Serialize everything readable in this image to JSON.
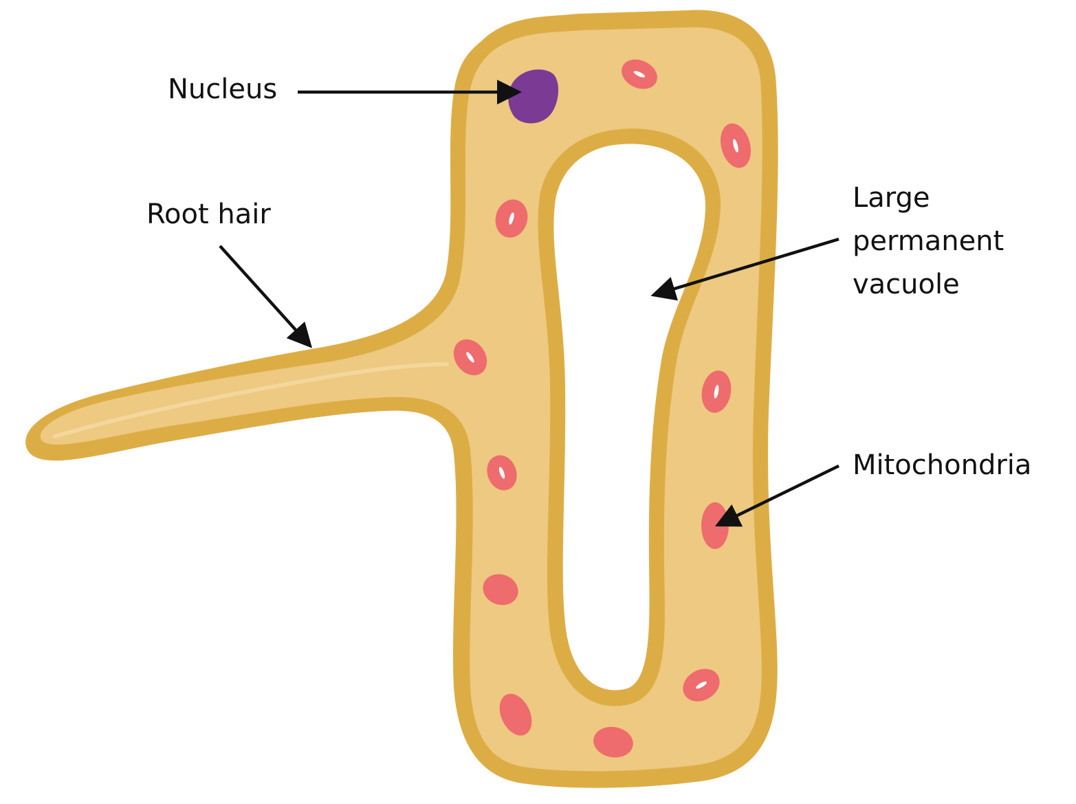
{
  "labels": {
    "nucleus": "Nucleus",
    "root_hair": "Root hair",
    "vacuole": [
      "Large",
      "permanent",
      "vacuole"
    ],
    "mitochondria": "Mitochondria"
  },
  "colors": {
    "cell_wall": "#DDAD45",
    "cytoplasm": "#EDC981",
    "vacuole": "#FFFFFF",
    "nucleus": "#7B3A94",
    "mitochondrion": "#EE6B6E",
    "arrow": "#111111"
  }
}
